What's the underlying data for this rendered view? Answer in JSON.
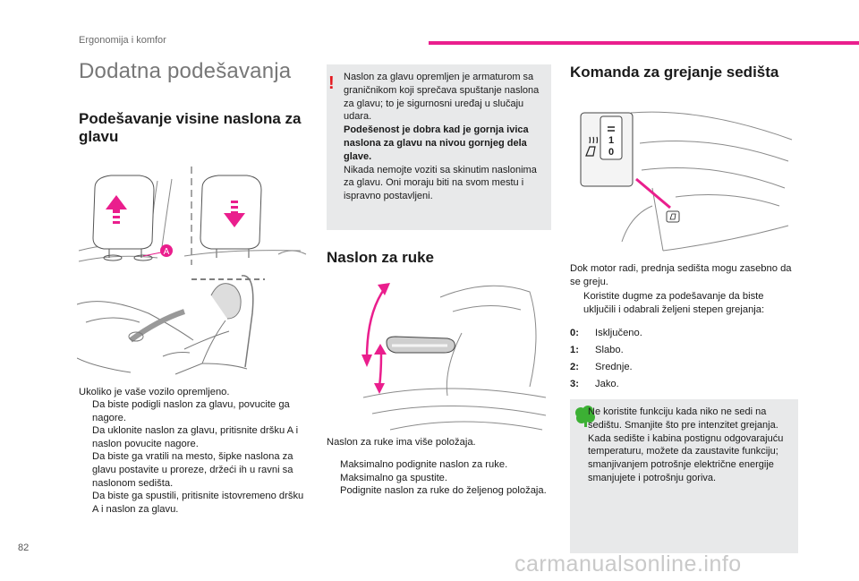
{
  "header": {
    "section": "Ergonomija i komfor",
    "title": "Dodatna podešavanja"
  },
  "headrest": {
    "heading": "Podešavanje visine naslona za glavu",
    "label_a": "A",
    "intro": "Ukoliko je vaše vozilo opremljeno.",
    "bullet_marker": "",
    "bullets": [
      "Da biste podigli naslon za glavu, povucite ga nagore.",
      "Da uklonite naslon za glavu, pritisnite dršku A i naslon povucite nagore.",
      "Da biste ga vratili na mesto, šipke naslona za glavu postavite u proreze, držeći ih u ravni sa naslonom sedišta.",
      "Da biste ga spustili, pritisnite istovremeno dršku A i naslon za glavu."
    ]
  },
  "warning": {
    "mark": "!",
    "text1": "Naslon za glavu opremljen je armaturom sa graničnikom koji sprečava spuštanje naslona za glavu; to je sigurnosni uređaj u slučaju udara.",
    "text2": "Podešenost je dobra kad je gornja ivica naslona za glavu na nivou gornjeg dela glave.",
    "text3": "Nikada nemojte voziti sa skinutim naslonima za glavu. Oni moraju biti na svom mestu i ispravno postavljeni."
  },
  "armrest": {
    "heading": "Naslon za ruke",
    "intro": "Naslon za ruke ima više položaja.",
    "bullets": [
      "Maksimalno podignite naslon za ruke.",
      "Maksimalno ga spustite.",
      "Podignite naslon za ruke do željenog položaja."
    ]
  },
  "heating": {
    "heading": "Komanda za grejanje sedišta",
    "switch_labels": [
      "1",
      "0"
    ],
    "intro": "Dok motor radi, prednja sedišta mogu zasebno da se greju.",
    "bullet": "Koristite dugme za podešavanje da biste uključili i odabrali željeni stepen grejanja:",
    "levels": [
      {
        "key": "0:",
        "label": "Isključeno."
      },
      {
        "key": "1:",
        "label": "Slabo."
      },
      {
        "key": "2:",
        "label": "Srednje."
      },
      {
        "key": "3:",
        "label": "Jako."
      }
    ],
    "eco": "Ne koristite funkciju kada niko ne sedi na sedištu. Smanjite što pre intenzitet grejanja. Kada sedište i kabina postignu odgovarajuću temperaturu, možete da zaustavite funkciju; smanjivanjem potrošnje električne energije smanjujete i potrošnju goriva."
  },
  "footer": {
    "page_number": "82",
    "watermark": "carmanualsonline.info"
  },
  "colors": {
    "accent": "#ea1e8d",
    "warning": "#e4181f",
    "eco": "#3cb034",
    "box": "#e8e9ea"
  }
}
